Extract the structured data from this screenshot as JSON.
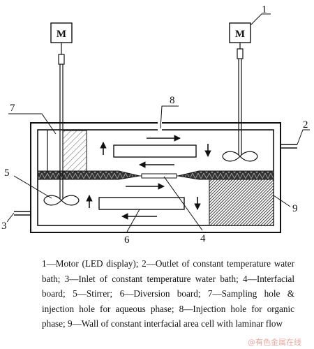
{
  "diagram": {
    "motor_label": "M",
    "callouts": {
      "c1": "1",
      "c2": "2",
      "c3": "3",
      "c4": "4",
      "c5": "5",
      "c6": "6",
      "c7": "7",
      "c8": "8",
      "c9": "9"
    }
  },
  "caption": {
    "text": "1—Motor (LED display); 2—Outlet of constant temperature water bath; 3—Inlet of constant temperature water bath; 4—Interfacial board; 5—Stirrer; 6—Diversion board; 7—Sampling hole & injection hole for aqueous phase; 8—Injection hole for organic phase; 9—Wall of constant interfacial area cell with laminar flow"
  },
  "watermark": "@有色金属在线"
}
